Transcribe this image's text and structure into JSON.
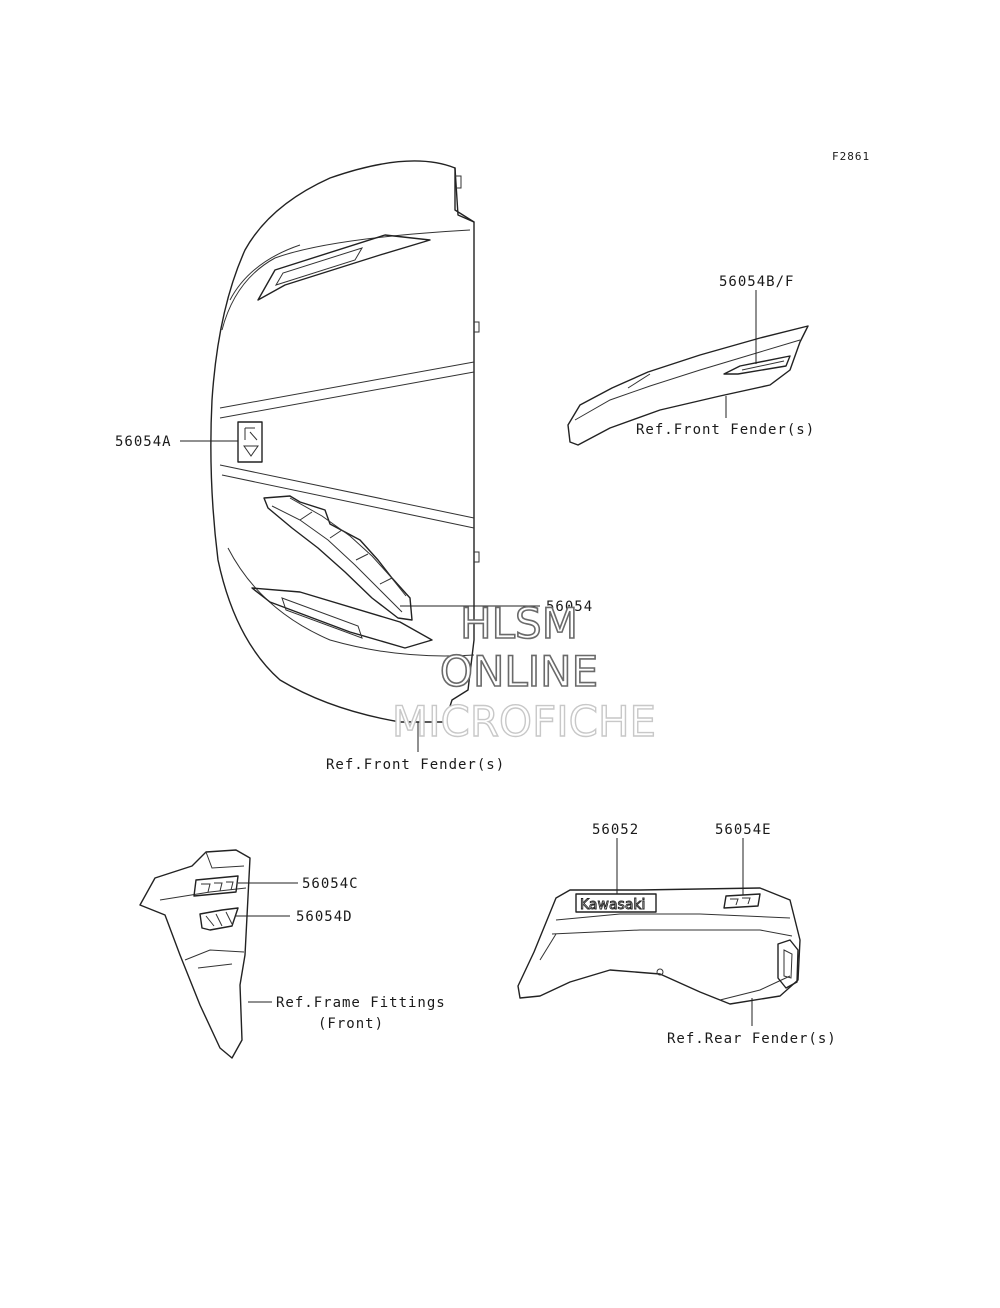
{
  "figure_code": "F2861",
  "callouts": {
    "p56054A": "56054A",
    "p56054": "56054",
    "p56054BF": "56054B/F",
    "p56054C": "56054C",
    "p56054D": "56054D",
    "p56052": "56052",
    "p56054E": "56054E"
  },
  "references": {
    "front_fender_main": "Ref.Front Fender(s)",
    "front_fender_side": "Ref.Front Fender(s)",
    "frame_fittings_line1": "Ref.Frame Fittings",
    "frame_fittings_line2": "(Front)",
    "rear_fender": "Ref.Rear Fender(s)"
  },
  "decals": {
    "kawasaki": "Kawasaki"
  },
  "watermark": {
    "line1": "HLSM",
    "line2": "ONLINE",
    "line3": "MICROFICHE"
  }
}
